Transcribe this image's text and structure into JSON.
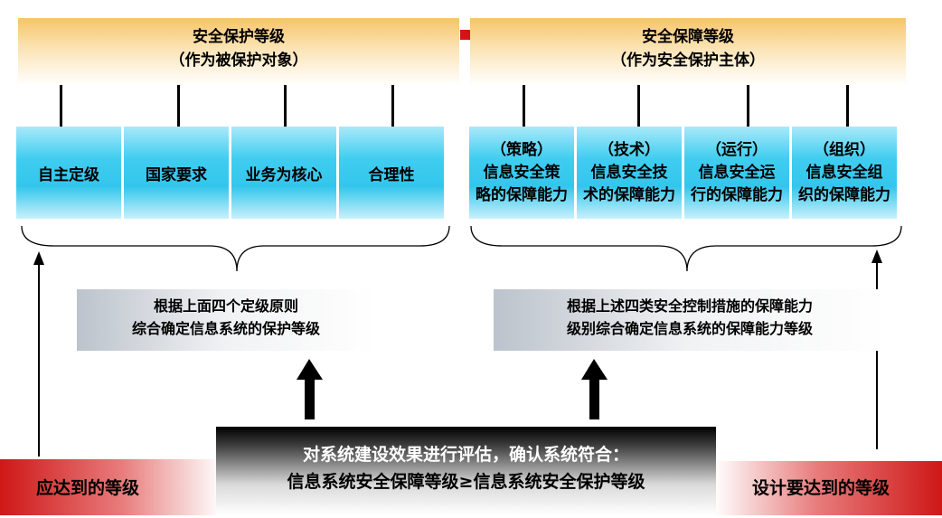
{
  "colors": {
    "header_orange": "#f6c46a",
    "cyan": "#33c6ec",
    "red": "#cf1717",
    "arrow": "#000000"
  },
  "left_header": {
    "title": "安全保护等级",
    "subtitle": "（作为被保护对象）"
  },
  "right_header": {
    "title": "安全保障等级",
    "subtitle": "（作为安全保护主体）"
  },
  "left_boxes": [
    "自主定级",
    "国家要求",
    "业务为核心",
    "合理性"
  ],
  "right_boxes": [
    {
      "line1": "（策略）",
      "line2": "信息安全策",
      "line3": "略的保障能力"
    },
    {
      "line1": "（技术）",
      "line2": "信息安全技",
      "line3": "术的保障能力"
    },
    {
      "line1": "（运行）",
      "line2": "信息安全运",
      "line3": "行的保障能力"
    },
    {
      "line1": "（组织）",
      "line2": "信息安全组",
      "line3": "织的保障能力"
    }
  ],
  "left_summary": {
    "line1": "根据上面四个定级原则",
    "line2": "综合确定信息系统的保护等级"
  },
  "right_summary": {
    "line1": "根据上述四类安全控制措施的保障能力",
    "line2": "级别综合确定信息系统的保障能力等级"
  },
  "center_box": {
    "line1": "对系统建设效果进行评估，确认系统符合：",
    "line2": "信息系统安全保障等级≥信息系统安全保护等级"
  },
  "bottom_left_label": "应达到的等级",
  "bottom_right_label": "设计要达到的等级"
}
